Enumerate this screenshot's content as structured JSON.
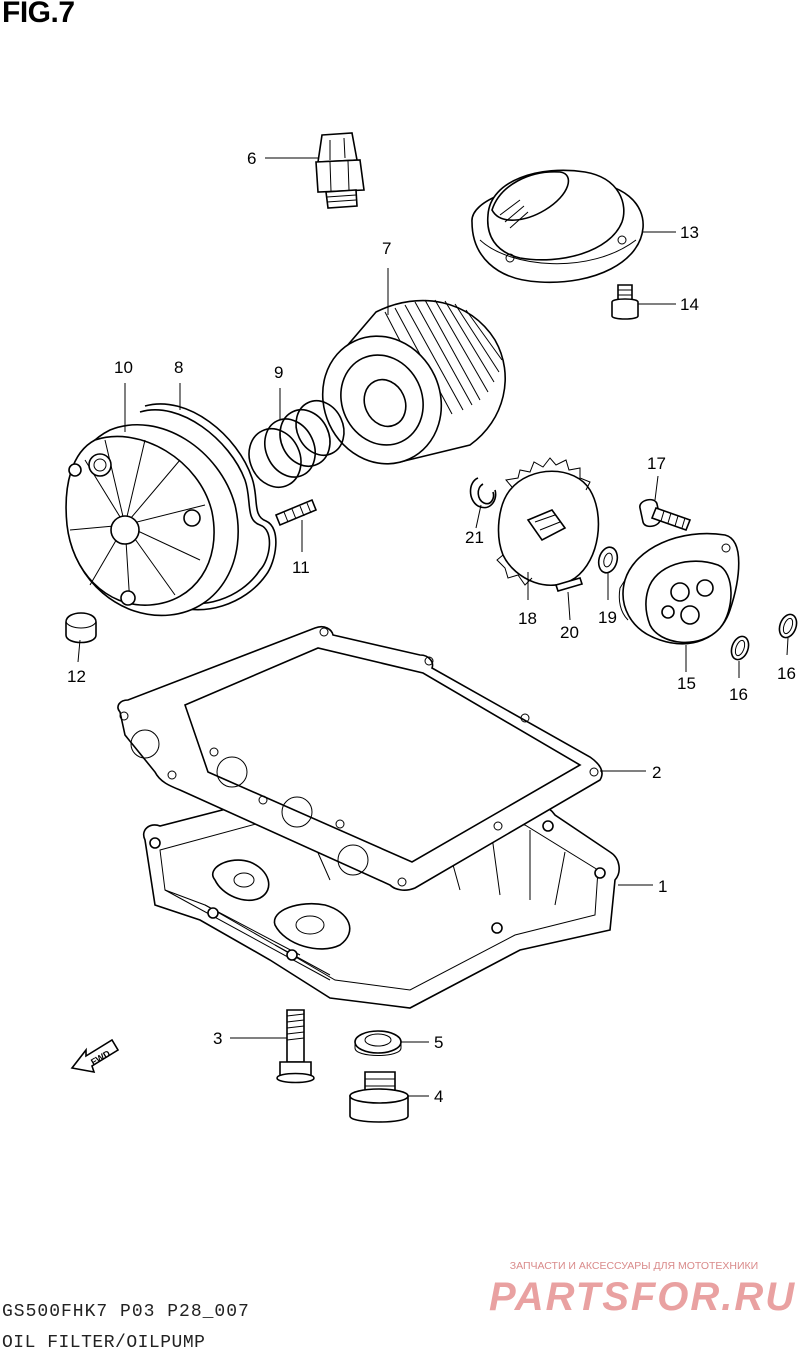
{
  "figure": {
    "title": "FIG.7",
    "code": "GS500FHK7 P03 P28_007",
    "caption": "OIL FILTER/OILPUMP"
  },
  "parts": [
    {
      "key": "oil_pan",
      "number": "1"
    },
    {
      "key": "pan_gasket",
      "number": "2"
    },
    {
      "key": "pan_bolt",
      "number": "3"
    },
    {
      "key": "drain_plug",
      "number": "4"
    },
    {
      "key": "drain_gasket",
      "number": "5"
    },
    {
      "key": "pressure_switch",
      "number": "6"
    },
    {
      "key": "oil_filter",
      "number": "7"
    },
    {
      "key": "cap_gasket",
      "number": "8"
    },
    {
      "key": "spring",
      "number": "9"
    },
    {
      "key": "filter_cap",
      "number": "10"
    },
    {
      "key": "stud",
      "number": "11"
    },
    {
      "key": "cap_nut",
      "number": "12"
    },
    {
      "key": "cover",
      "number": "13"
    },
    {
      "key": "cover_screw",
      "number": "14"
    },
    {
      "key": "oil_pump",
      "number": "15"
    },
    {
      "key": "o_ring_a",
      "number": "16"
    },
    {
      "key": "o_ring_b",
      "number": "16"
    },
    {
      "key": "pump_screw",
      "number": "17"
    },
    {
      "key": "pump_gear",
      "number": "18"
    },
    {
      "key": "washer",
      "number": "19"
    },
    {
      "key": "pin",
      "number": "20"
    },
    {
      "key": "circlip",
      "number": "21"
    }
  ],
  "fwd_label": "FWD",
  "watermark": {
    "line1": "ЗАПЧАСТИ И АКСЕССУАРЫ ДЛЯ МОТОТЕХНИКИ",
    "brand": "PARTSFOR.RU"
  }
}
